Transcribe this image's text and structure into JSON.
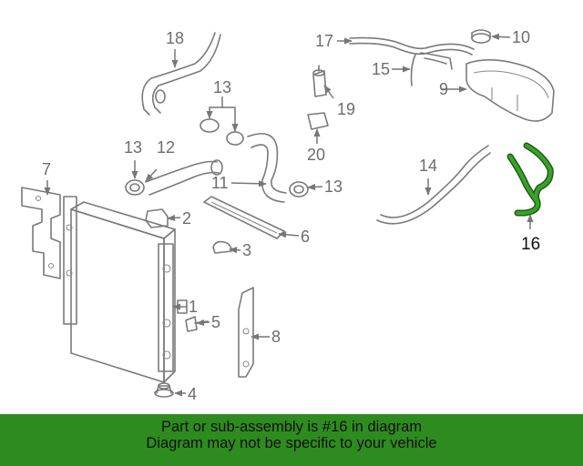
{
  "diagram": {
    "highlighted_part": "16",
    "highlight_color": "#2e7d1e",
    "callouts": [
      {
        "id": "c1",
        "label": "1"
      },
      {
        "id": "c2",
        "label": "2"
      },
      {
        "id": "c3",
        "label": "3"
      },
      {
        "id": "c4",
        "label": "4"
      },
      {
        "id": "c5",
        "label": "5"
      },
      {
        "id": "c6",
        "label": "6"
      },
      {
        "id": "c7",
        "label": "7"
      },
      {
        "id": "c8",
        "label": "8"
      },
      {
        "id": "c9",
        "label": "9"
      },
      {
        "id": "c10",
        "label": "10"
      },
      {
        "id": "c11",
        "label": "11"
      },
      {
        "id": "c12",
        "label": "12"
      },
      {
        "id": "c13a",
        "label": "13"
      },
      {
        "id": "c13b",
        "label": "13"
      },
      {
        "id": "c13c",
        "label": "13"
      },
      {
        "id": "c14",
        "label": "14"
      },
      {
        "id": "c15",
        "label": "15"
      },
      {
        "id": "c16",
        "label": "16"
      },
      {
        "id": "c17",
        "label": "17"
      },
      {
        "id": "c18",
        "label": "18"
      },
      {
        "id": "c19",
        "label": "19"
      },
      {
        "id": "c20",
        "label": "20"
      }
    ]
  },
  "banner": {
    "line1": "Part or sub-assembly is #16 in diagram",
    "line2": "Diagram may not be specific to your vehicle",
    "color": "#2e8b1f"
  }
}
